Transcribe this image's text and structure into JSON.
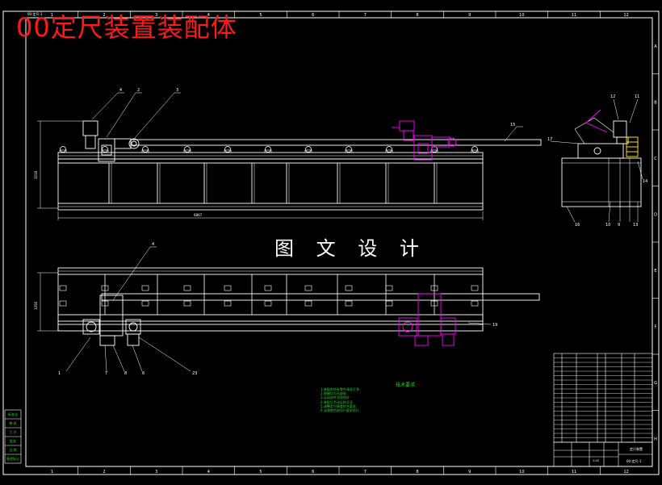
{
  "title": "00定尺装置装配体",
  "watermark": "图 文 设 计",
  "top_left_code": "00-定尺-1",
  "notes": {
    "heading": "技术要求",
    "lines": [
      "1.装配前所有零件清洗干净",
      "2.焊缝均匀无缺陷",
      "3.运动部件润滑良好",
      "4.装配后手动运转灵活",
      "5.调整定尺精度符合要求",
      "6.油漆颜色按用户要求执行"
    ]
  },
  "dimensions": {
    "overall_length": "6867",
    "height_front": "1016",
    "height_top": "1050"
  },
  "part_callouts_front": [
    "4",
    "2",
    "3",
    "15"
  ],
  "part_callouts_side": [
    "17",
    "12",
    "11",
    "14",
    "16",
    "10",
    "9",
    "13"
  ],
  "part_callouts_top": [
    "4",
    "1",
    "7",
    "8",
    "6",
    "23",
    "19"
  ],
  "left_strip_labels": [
    "标准化",
    "审 核",
    "工 艺",
    "批准",
    "日 期",
    "更改标记"
  ],
  "grid_columns": [
    "1",
    "2",
    "3",
    "4",
    "5",
    "6",
    "7",
    "8",
    "9",
    "10",
    "11",
    "12"
  ],
  "grid_rows": [
    "A",
    "B",
    "C",
    "D",
    "E",
    "F",
    "G",
    "H"
  ],
  "title_block": {
    "drawing_name": "定尺装置",
    "drawing_no": "00-定尺-1",
    "material": "",
    "scale": "1:20"
  },
  "colors": {
    "frame": "#ffffff",
    "part": "#ffffff",
    "alt_position": "#ff00ff",
    "dimension": "#25d625",
    "title": "#ff1a1a",
    "callout": "#ffffff"
  }
}
